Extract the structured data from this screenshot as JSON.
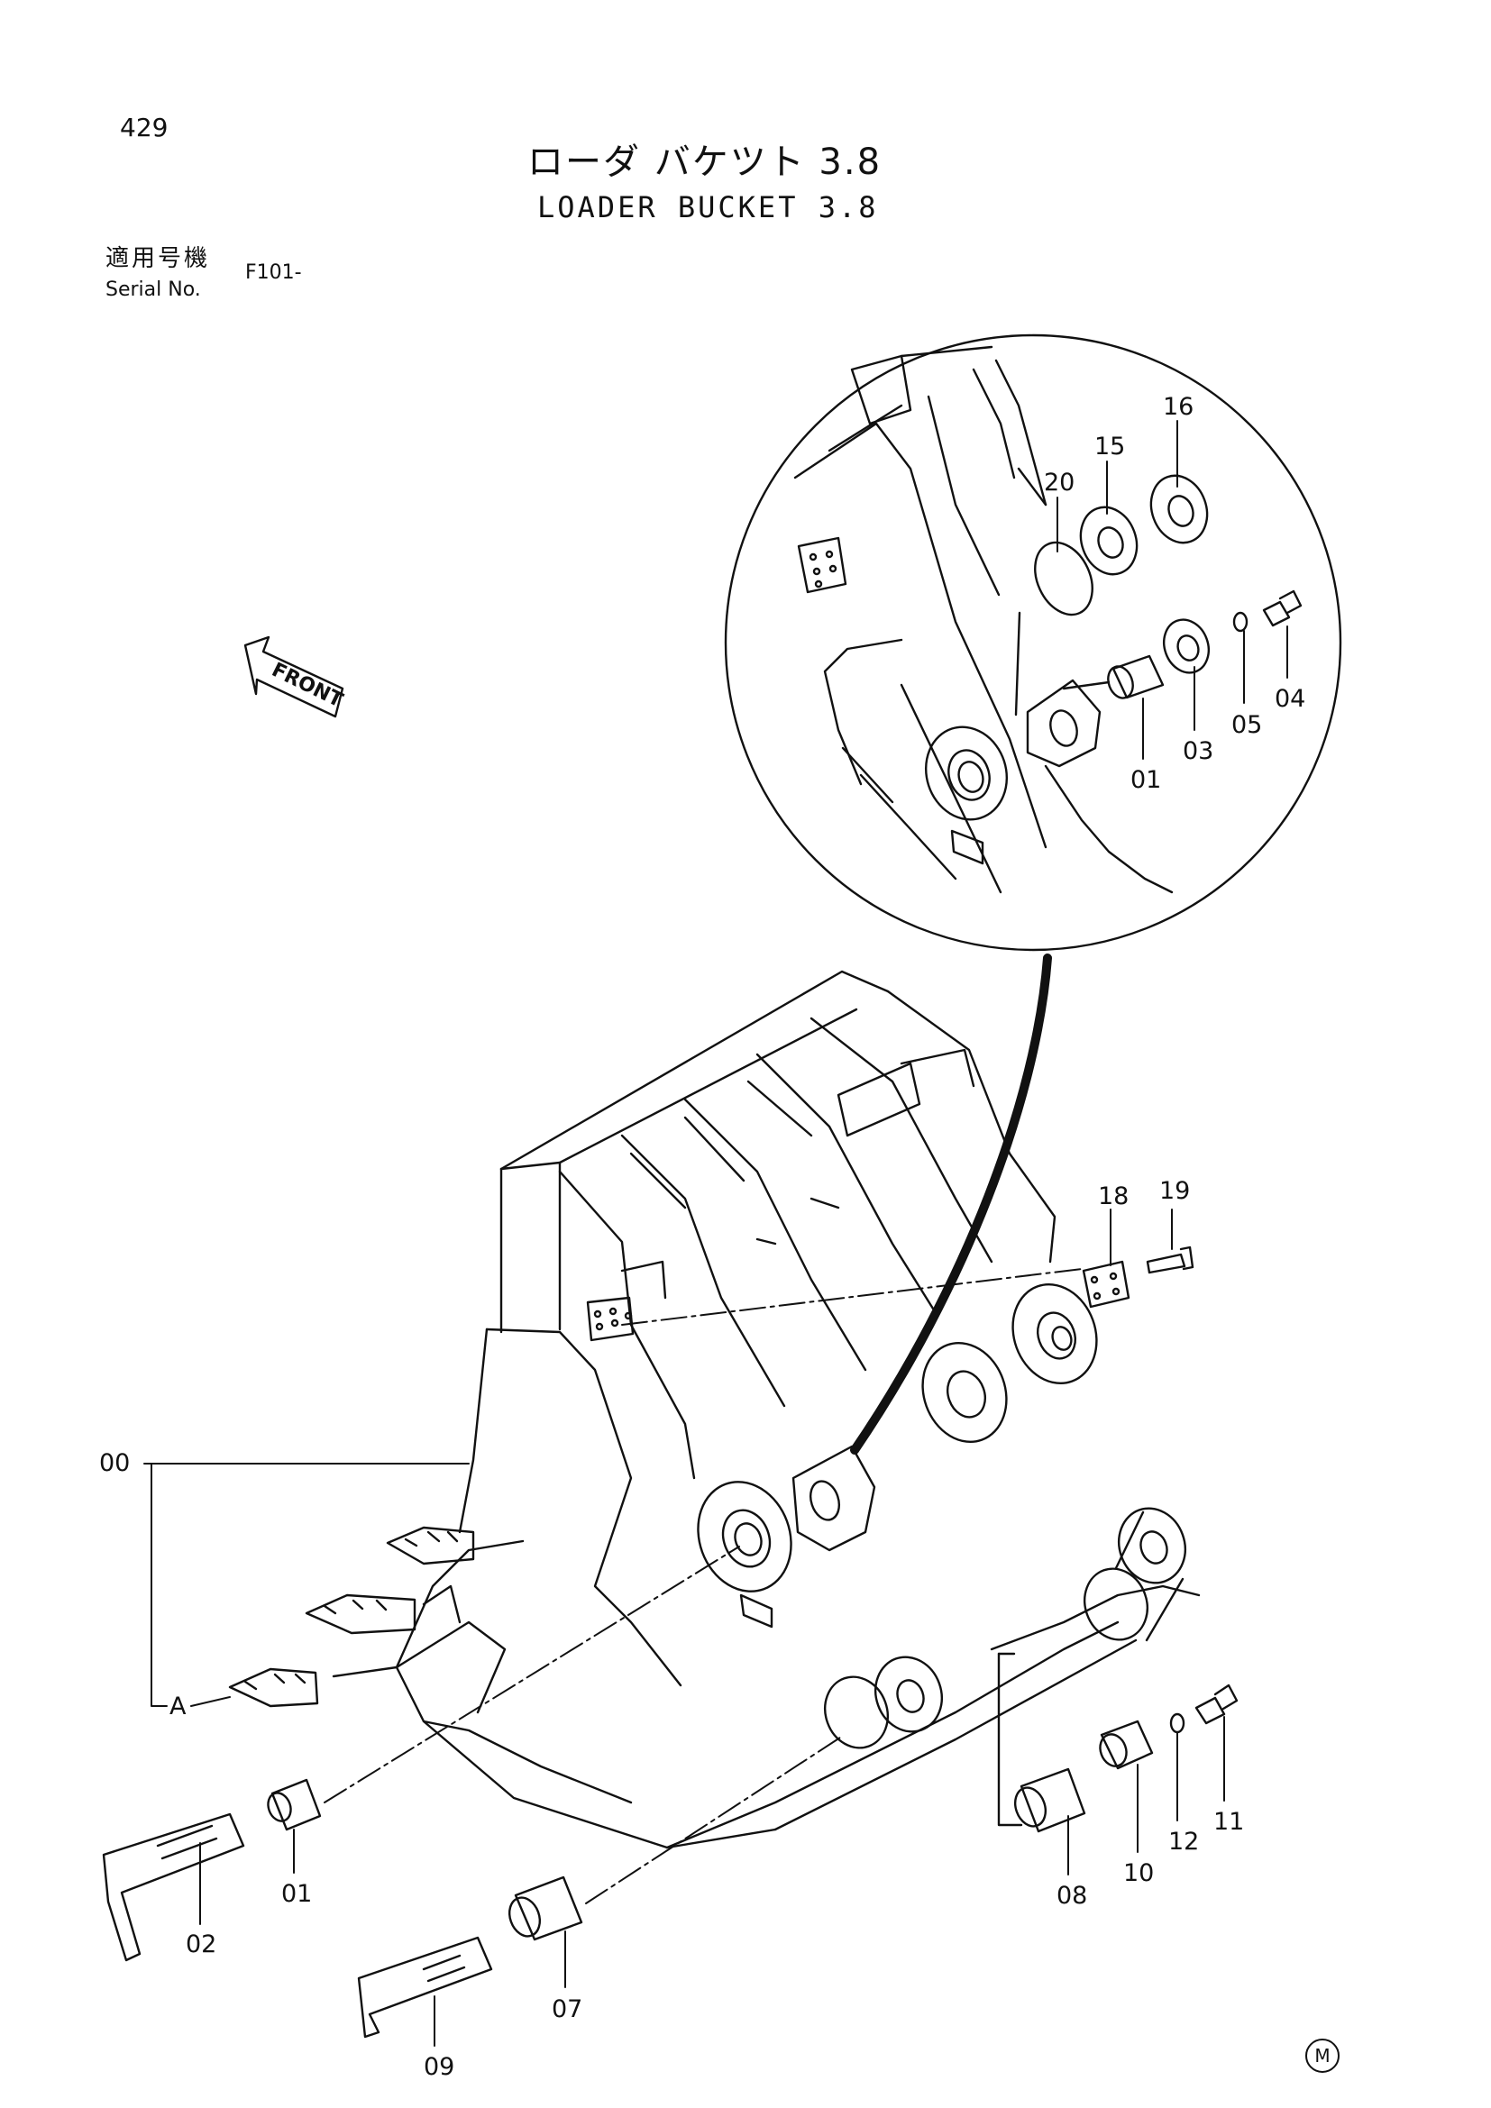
{
  "page": {
    "number": "429"
  },
  "title": {
    "japanese": "ローダ バケツト 3.8",
    "english": "LOADER BUCKET 3.8"
  },
  "serial": {
    "label_japanese": "適用号機",
    "label_english": "Serial No.",
    "value": "F101-"
  },
  "front_arrow": {
    "label": "FRONT",
    "icon": "front-arrow-icon"
  },
  "callouts": {
    "c00": "00",
    "cA": "A",
    "c01": "01",
    "c02": "02",
    "c07": "07",
    "c09": "09",
    "c08": "08",
    "c10": "10",
    "c11": "11",
    "c12": "12",
    "c18": "18",
    "c19": "19",
    "d20": "20",
    "d15": "15",
    "d16": "16",
    "d04": "04",
    "d05": "05",
    "d03": "03",
    "d01": "01"
  },
  "footer": {
    "mark": "M"
  },
  "colors": {
    "ink": "#111111",
    "paper": "#ffffff"
  }
}
